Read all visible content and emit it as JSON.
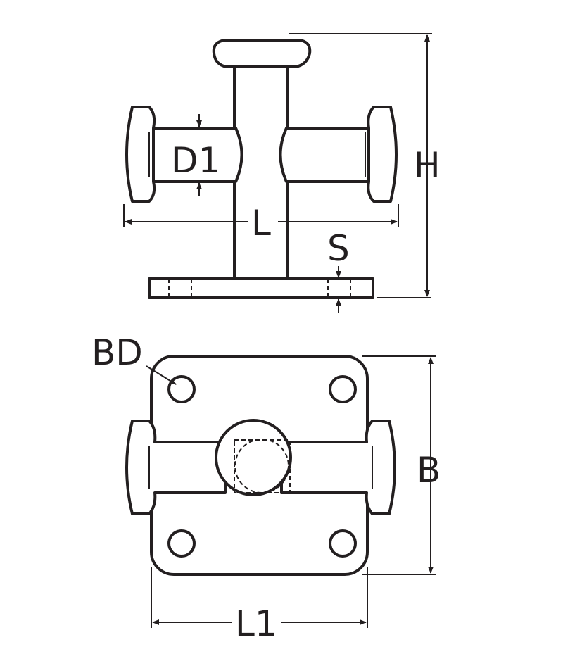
{
  "labels": {
    "d1": "D1",
    "l": "L",
    "s": "S",
    "h": "H",
    "bd": "BD",
    "b": "B",
    "l1": "L1"
  },
  "colors": {
    "line": "#231f20",
    "background": "#ffffff"
  }
}
